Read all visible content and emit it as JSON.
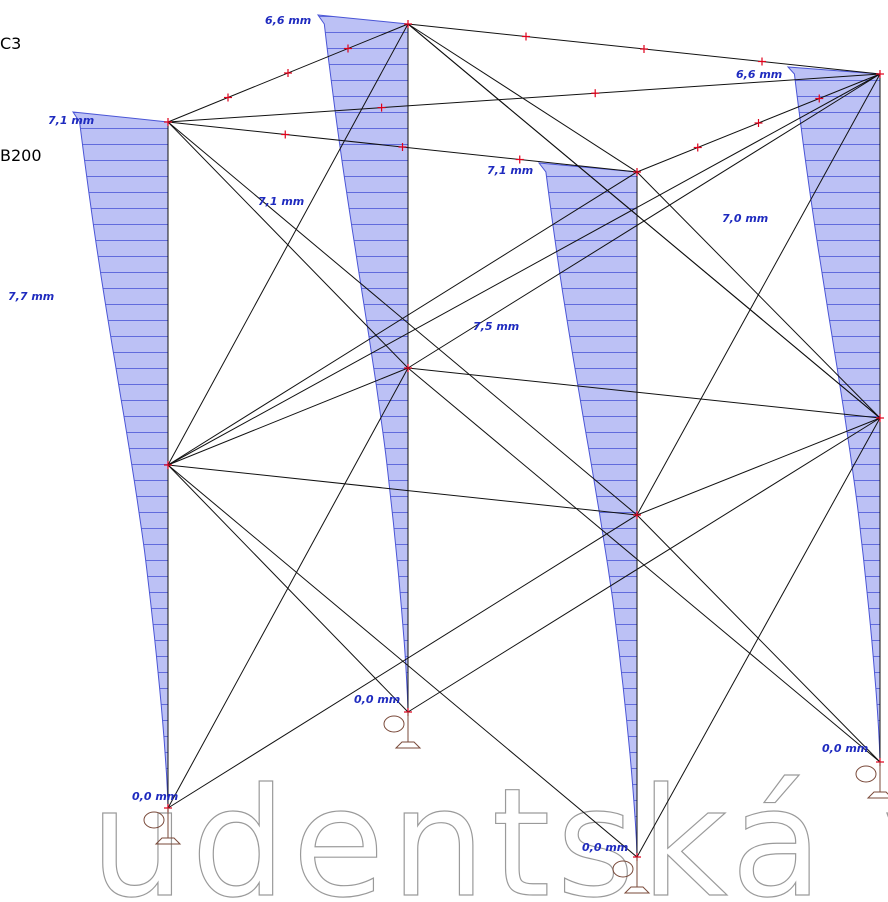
{
  "labels": {
    "case": "C3",
    "profile": "B200",
    "watermark": "udentská ve"
  },
  "colors": {
    "diagram_fill": "#bcc1f5",
    "diagram_outline": "#4a55d6",
    "member_line": "#111111",
    "node_mark": "#e0001a",
    "dimension_text": "#1f2bbf"
  },
  "chart_data": {
    "type": "diagram",
    "quantity": "displacement",
    "columns": [
      {
        "id": "front-left",
        "top_value": "7,1 mm",
        "mid_value": "7,7 mm",
        "base_value": "0,0 mm"
      },
      {
        "id": "back-left",
        "top_value": "6,6 mm",
        "mid_value": "7,1 mm",
        "base_value": "0,0 mm"
      },
      {
        "id": "front-right",
        "top_value": "7,1 mm",
        "mid_value": "7,5 mm",
        "base_value": "0,0 mm"
      },
      {
        "id": "back-right",
        "top_value": "6,6 mm",
        "mid_value": "7,0 mm",
        "base_value": "0,0 mm"
      }
    ]
  }
}
